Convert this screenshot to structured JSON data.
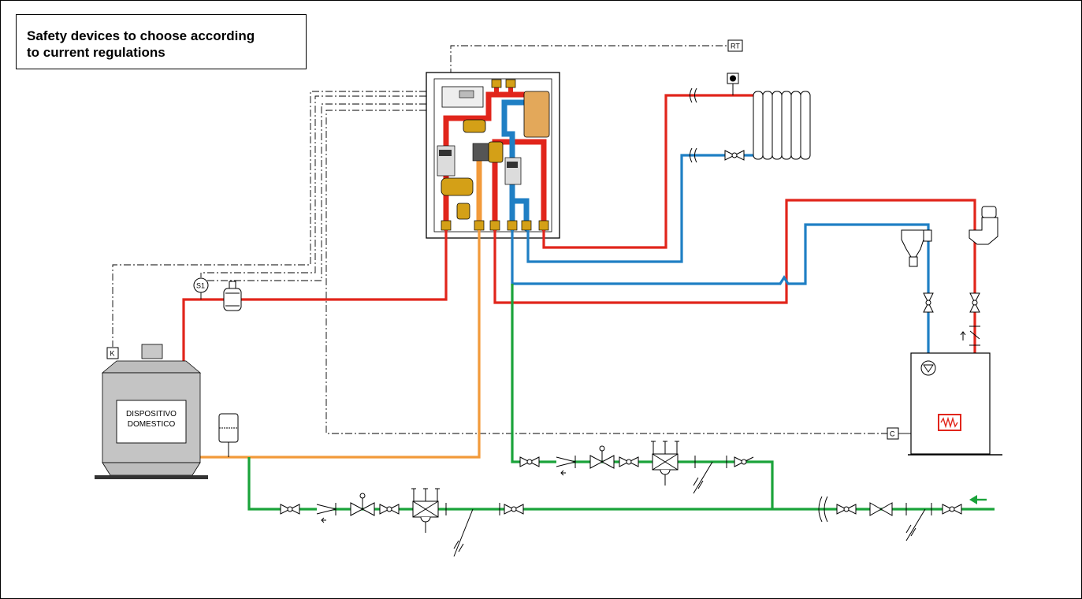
{
  "note": {
    "text": "Safety devices to choose according\nto current regulations"
  },
  "labels": {
    "room_thermostat": "RT",
    "probe_s1": "S1",
    "tag_k": "K",
    "tag_c": "C",
    "appliance_line1": "DISPOSITIVO",
    "appliance_line2": "DOMESTICO"
  },
  "colors": {
    "hot": "#e1251b",
    "cold": "#1f7fc4",
    "mains": "#1aa33a",
    "dhw": "#f29a3a",
    "brass": "#d4a017",
    "copper_tank": "#e3a85a",
    "line": "#000000"
  }
}
